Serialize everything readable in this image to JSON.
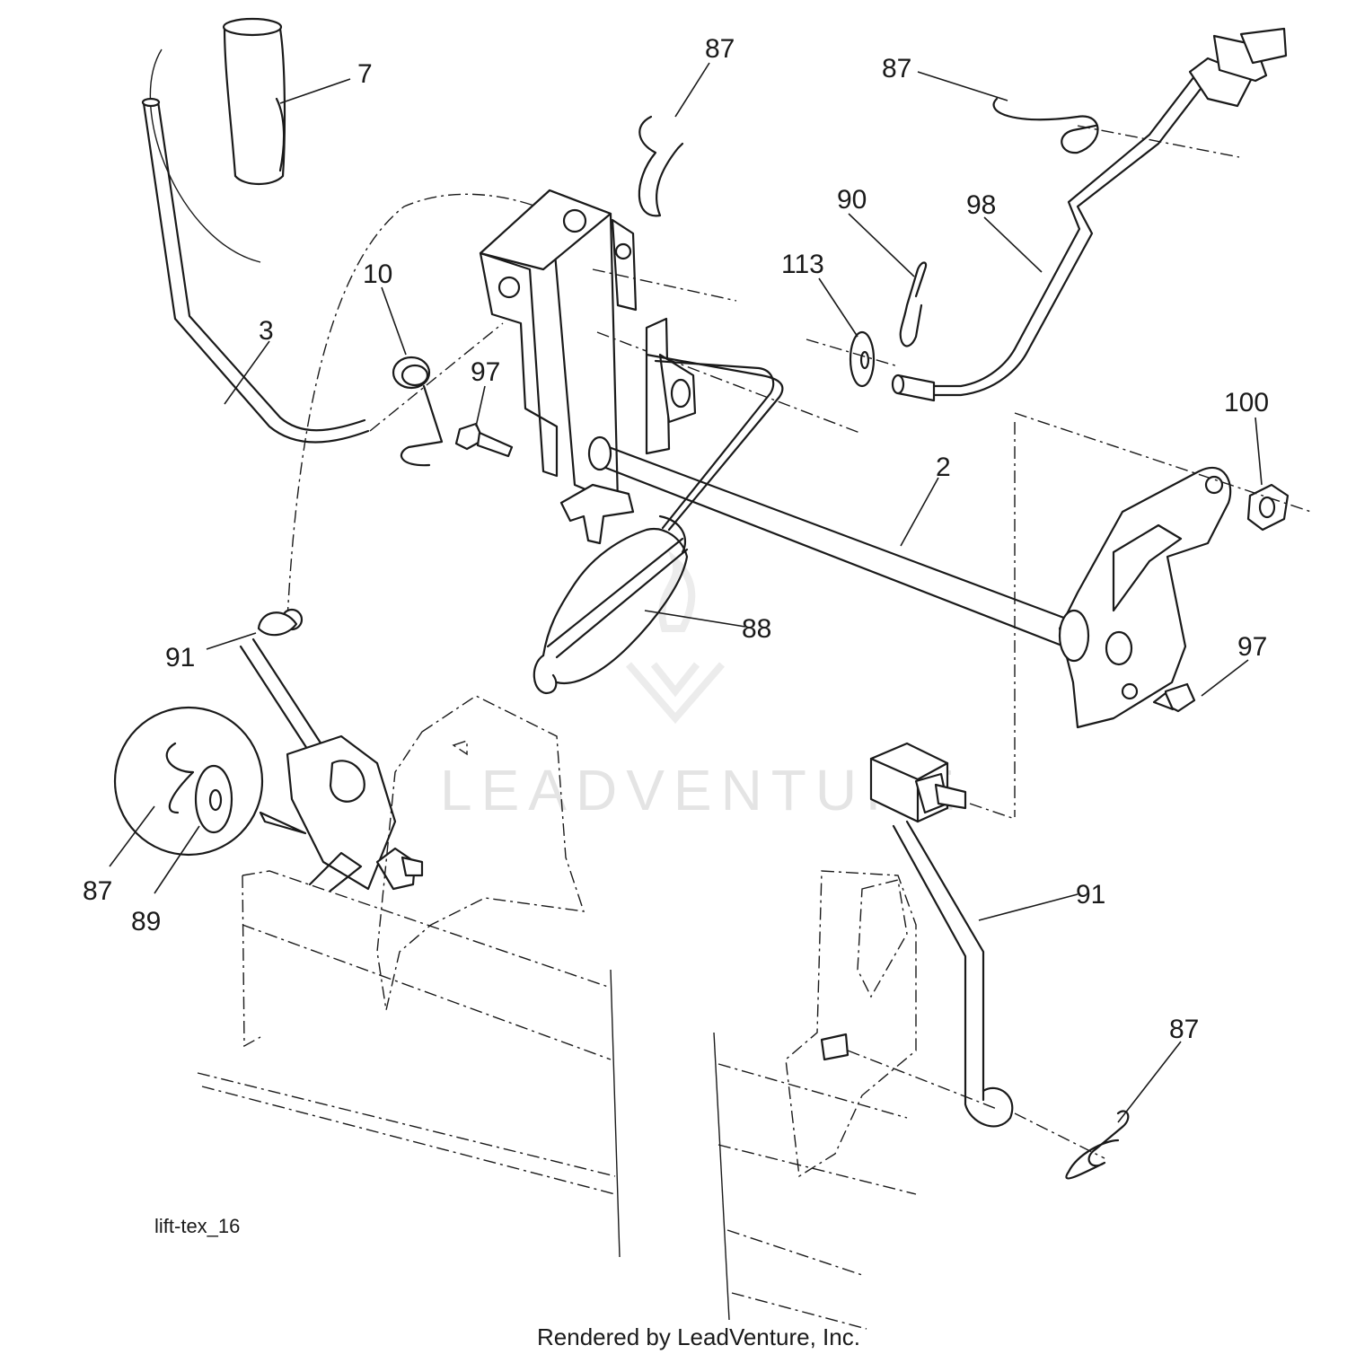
{
  "diagram": {
    "callouts": [
      "7",
      "87",
      "87",
      "90",
      "98",
      "113",
      "10",
      "3",
      "97",
      "100",
      "2",
      "88",
      "91",
      "97",
      "87",
      "89",
      "91",
      "87"
    ],
    "drawing_code": "lift-tex_16",
    "watermark": "LEADVENTURE",
    "footer": "Rendered by LeadVenture, Inc."
  }
}
